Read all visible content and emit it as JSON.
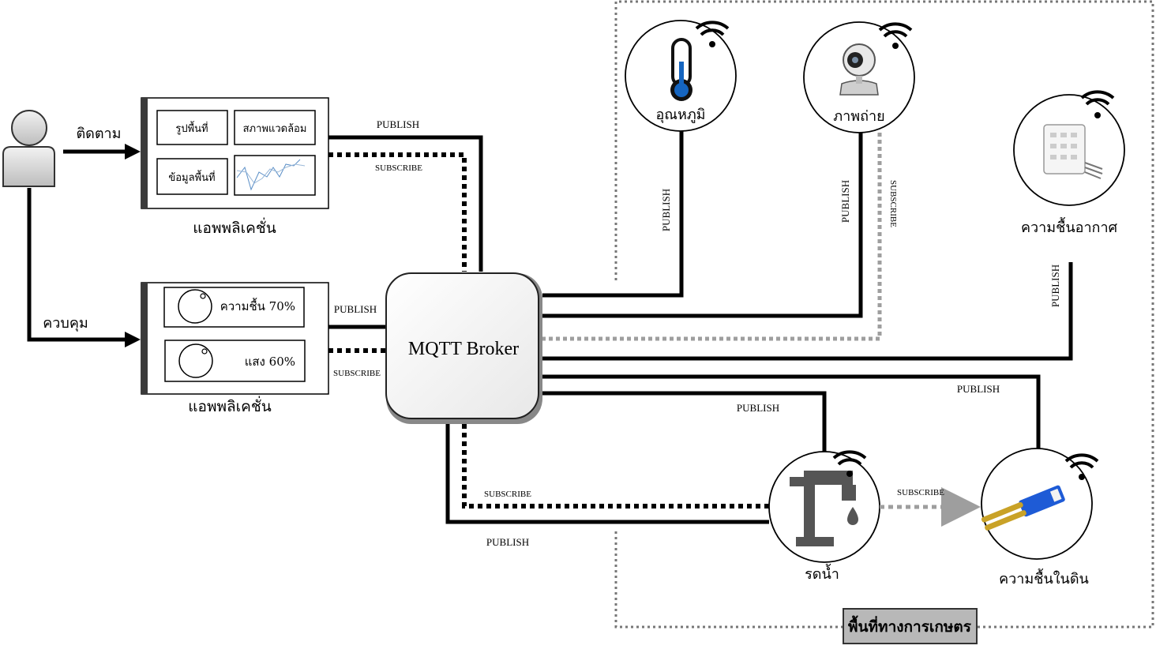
{
  "user": {
    "monitor_label": "ติดตาม",
    "control_label": "ควบคุม"
  },
  "monitor_app": {
    "caption": "แอพพลิเคชั่น",
    "cell_area_image": "รูปพื้นที่",
    "cell_environment": "สภาพแวดล้อม",
    "cell_area_data": "ข้อมูลพื้นที่",
    "publish": "PUBLISH",
    "subscribe": "SUBSCRIBE"
  },
  "control_app": {
    "caption": "แอพพลิเคชั่น",
    "humidity_control": "ความชื้น 70%",
    "light_control": "แสง 60%",
    "humidity_level": 0.7,
    "light_level": 0.6,
    "publish": "PUBLISH",
    "subscribe": "SUBSCRIBE"
  },
  "broker": {
    "label": "MQTT Broker"
  },
  "sensors": {
    "temperature": {
      "label": "อุณหภูมิ",
      "link": "PUBLISH"
    },
    "camera": {
      "label": "ภาพถ่าย",
      "link_publish": "PUBLISH",
      "link_subscribe": "SUBSCRIBE"
    },
    "air_humidity": {
      "label": "ความชื้นอากาศ",
      "link": "PUBLISH"
    },
    "watering": {
      "label": "รดน้ำ",
      "link_publish_top": "PUBLISH",
      "link_subscribe": "SUBSCRIBE",
      "link_publish_bottom": "PUBLISH"
    },
    "soil_moisture": {
      "label": "ความชื้นในดิน",
      "link_publish": "PUBLISH",
      "link_subscribe": "SUBSCRIBE"
    }
  },
  "farm_area": {
    "title": "พื้นที่ทางการเกษตร"
  },
  "colors": {
    "line": "#000000",
    "dashed_gray": "#9e9e9e",
    "broker_border": "#3a3a3a",
    "title_box": "#b8b8b8",
    "thermometer": "#1565c0",
    "board_blue": "#1e5bd6",
    "tap": "#555555"
  }
}
